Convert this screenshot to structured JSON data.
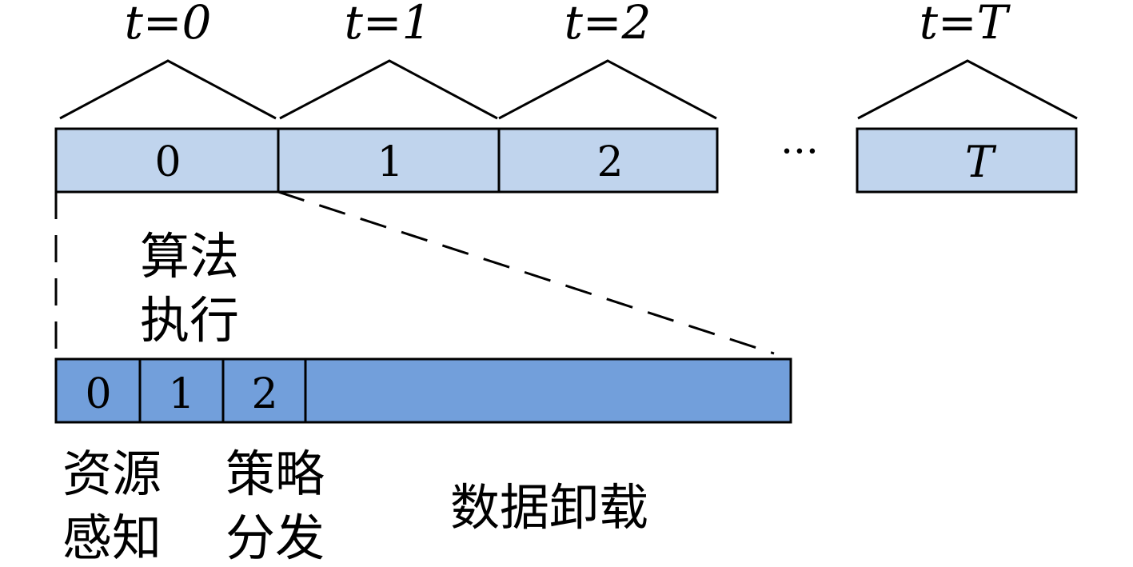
{
  "colors": {
    "light_block": "#c0d4ed",
    "dark_block": "#729fdb",
    "stroke": "#000000"
  },
  "top_labels": [
    "t=0",
    "t=1",
    "t=2",
    "t=T"
  ],
  "top_blocks": [
    "0",
    "1",
    "2",
    "T"
  ],
  "ellipsis": "···",
  "bottom_blocks": [
    "0",
    "1",
    "2"
  ],
  "captions": {
    "algorithm_exec": [
      "算法",
      "执行"
    ],
    "resource_sensing": [
      "资源",
      "感知"
    ],
    "strategy_dispatch": [
      "策略",
      "分发"
    ],
    "data_offload": "数据卸载"
  }
}
